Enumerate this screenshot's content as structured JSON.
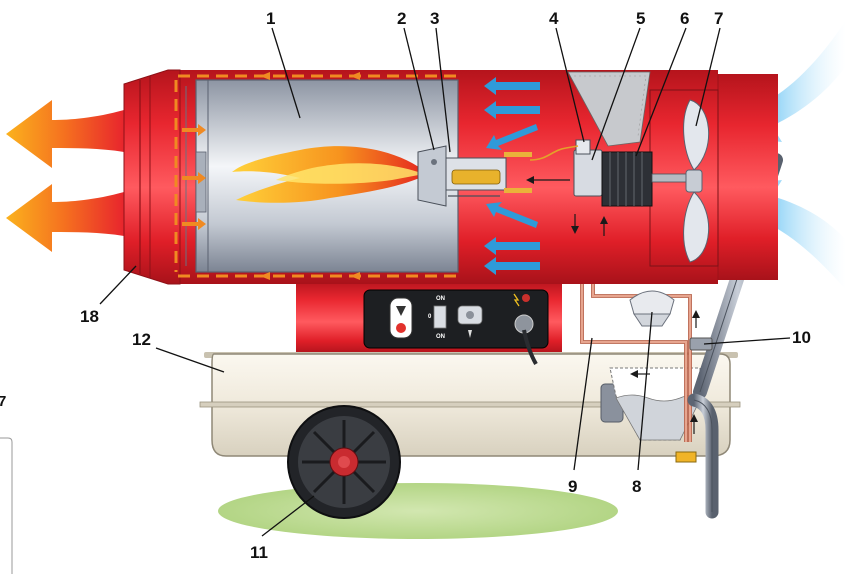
{
  "callouts": {
    "c1": "1",
    "c2": "2",
    "c3": "3",
    "c4": "4",
    "c5": "5",
    "c6": "6",
    "c7": "7",
    "c8": "8",
    "c9": "9",
    "c10": "10",
    "c11": "11",
    "c12": "12",
    "c18": "18"
  },
  "edge_label": "7",
  "panel": {
    "on_top": "ON",
    "on_bottom": "ON",
    "zero": "0"
  },
  "colors": {
    "body_red": "#e0202a",
    "fuel_tank": "#f1ece1",
    "hot_air": "#f37a20",
    "cold_air": "#3ab2ee",
    "flow_arrows": "#2f9ad9",
    "ground": "#b8d88e",
    "dashed_flow": "#f08a22"
  }
}
